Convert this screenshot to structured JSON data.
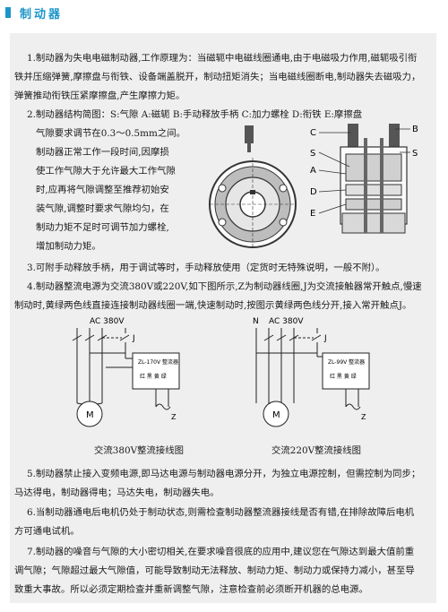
{
  "header": {
    "title": "制动器"
  },
  "paragraphs": {
    "p1": [
      "1.制动器为失电电磁制动器,工作原理为：当磁轭中电磁线圈通电,由于电磁吸力作用,磁轭吸引衔",
      "铁并压缩弹簧,摩擦盘与衔铁、设备端盖脱开，制动扭矩消失；当电磁线圈断电,制动器失去磁吸力，",
      "弹簧推动衔铁压紧摩擦盘,产生摩擦力矩。"
    ],
    "p2_head": "2.制动器结构简图：S:气隙  A:磁轭  B:手动释放手柄  C:加力螺栓  D:衔铁  E:摩擦盘",
    "p2_body": [
      "气隙要求调节在0.3～0.5mm之间。",
      "制动器正常工作一段时间,因摩损",
      "使工作气隙大于允许最大工作气隙",
      "时,应再将气隙调整至推荐初始安",
      "装气隙,调整时要求气隙均匀，在",
      "制动力矩不足时可调节加力螺栓,",
      "增加制动力矩。"
    ],
    "p3": "3.可附手动释放手柄，用于调试等时，手动释放使用（定货时无特殊说明，一般不附）。",
    "p4": [
      "4.制动器整流电源为交流380V或220V,如下图所示,Z为制动器线圈,J为交流接触器常开触点,慢速",
      "制动时,黄绿两色线直接连接制动器线圈一端,快速制动时,按图示黄绿两色线分开,接入常开触点J。"
    ],
    "p5": [
      "5.制动器禁止接入变频电源,即马达电源与制动器电源分开，为独立电源控制，但需控制为同步；",
      "马达得电，制动器得电；马达失电，制动器失电。"
    ],
    "p6": [
      "6.当制动器通电后电机仍处于制动状态,则需检查制动器整流器接线是否有错,在排除故障后电机",
      "方可通电试机。"
    ],
    "p7": [
      "7.制动器的噪音与气隙的大小密切相关,在要求噪音很底的应用中,建议您在气隙达到最大值前重",
      "调气隙；气隙超过最大气隙值，可能导致制动无法释放、制动力矩、制动力或保持力减小，甚至导",
      "致重大事故。所以必须定期检查并重新调整气隙，注意检查前必须断开机器的总电源。"
    ]
  },
  "structure_labels": {
    "c": "C",
    "b": "B",
    "s": "S",
    "a": "A",
    "d": "D",
    "e": "E"
  },
  "wiring": {
    "left": {
      "supply": "AC 380V",
      "contact": "J",
      "module_model": "ZL-170V 整流器",
      "wire_colors": "红 黑 黄 绿",
      "motor": "M",
      "coil": "Z",
      "caption": "交流380V整流接线图"
    },
    "right": {
      "neutral": "N",
      "supply": "AC 380V",
      "contact": "J",
      "module_model": "ZL-99V 整流器",
      "wire_colors": "红 黑 黄 绿",
      "motor": "M",
      "coil": "Z",
      "caption": "交流220V整流接线图"
    }
  },
  "colors": {
    "accent": "#1b95c9",
    "panel": "#efefef",
    "text": "#1a1a1a"
  }
}
